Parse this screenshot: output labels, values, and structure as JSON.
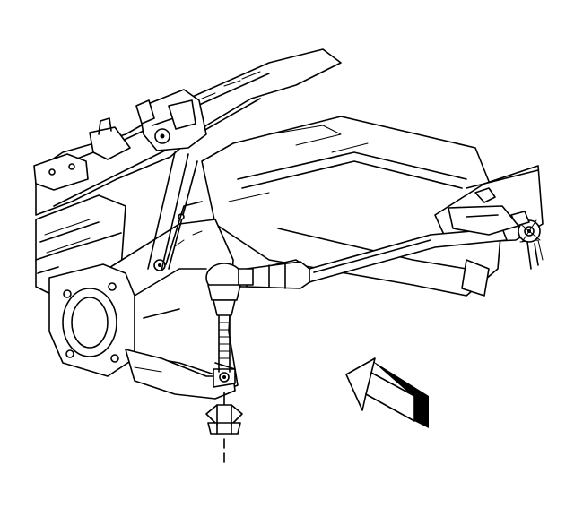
{
  "figure": {
    "background": "#ffffff",
    "line_color": "#000000",
    "parts": [
      "vehicle-frame",
      "frame-crossmember",
      "lower-control-arm",
      "steering-knuckle",
      "outer-tie-rod-end",
      "tie-rod-adjuster-sleeve",
      "inner-tie-rod",
      "castle-nut",
      "direction-arrow-icon"
    ]
  }
}
